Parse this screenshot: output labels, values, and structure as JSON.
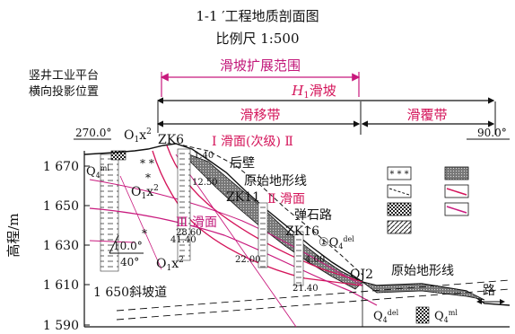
{
  "header": {
    "title": "1-1 ′工程地质剖面图",
    "scale": "比例尺 1:500"
  },
  "colors": {
    "magenta": "#c8197d",
    "red": "#d4145a",
    "black": "#111111",
    "grey": "#7a7a7a"
  },
  "range_labels": {
    "extent": "滑坡扩展范围",
    "landslide_prefix": "H",
    "landslide_sub": "1",
    "landslide_suffix": "滑坡",
    "sliding_zone": "滑移带",
    "covering_zone": "滑覆带"
  },
  "shaft": {
    "line1": "竖井工业平台",
    "line2": "横向投影位置"
  },
  "y_axis": {
    "label": "高程/m",
    "ticks": [
      "1 670",
      "1 650",
      "1 630",
      "1 610",
      "1 590"
    ]
  },
  "bearings": {
    "left": "270.0°",
    "right": "90.0°"
  },
  "attitude": {
    "dip_dir": "10.0°",
    "dip": "40°"
  },
  "strata": {
    "o1x2_top": "O",
    "o1x2_mid": "O",
    "o1x2_bot": "O",
    "o_sub": "1",
    "o_x": "x",
    "o_sup": "2",
    "q4_ml_left": "Q",
    "q4_sub": "4",
    "ml": "ml",
    "del": "del",
    "q4_del_right": "①Q",
    "q4_del_bottom": "Q",
    "q4_ml_bottom": "Q"
  },
  "slip_surfaces": {
    "first_a": "Ⅰ 滑面(次级) Ⅱ",
    "second": "Ⅱ 滑面",
    "third": "Ⅲ 滑面"
  },
  "boreholes": {
    "zk6": "ZK6",
    "zk11": "ZK11",
    "zk16": "ZK16",
    "qj2": "QJ2",
    "depth_zk6_a": "1.40",
    "depth_zk6_b": "12.50",
    "depth_zk6_c": "28.60",
    "depth_zk6_d": "41.40",
    "depth_zk11": "22.00",
    "depth_zk16_a": "4.00",
    "depth_zk16_b": "21.40"
  },
  "annotations": {
    "back_wall": "后壁",
    "orig_ground_upper": "原始地形线",
    "orig_ground_right": "原始地形线",
    "stone_road": "弹石路",
    "slope_road": "1 650斜坡道",
    "road": "路"
  }
}
